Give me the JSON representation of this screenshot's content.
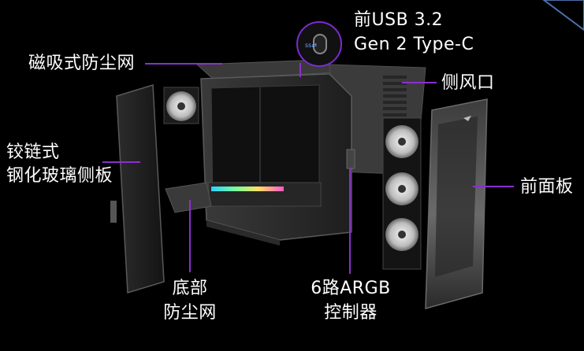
{
  "labels": {
    "magnetic_filter": "磁吸式防尘网",
    "usb_line1": "前USB 3.2",
    "usb_line2": "Gen 2 Type-C",
    "side_vent": "侧风口",
    "hinge_line1": "铰链式",
    "hinge_line2": "钢化玻璃侧板",
    "front_panel": "前面板",
    "bottom_line1": "底部",
    "bottom_line2": "防尘网",
    "argb_line1": "6路ARGB",
    "argb_line2": "控制器"
  },
  "colors": {
    "background": "#000000",
    "callout_line": "#8a2fd0",
    "text": "#ffffff"
  }
}
